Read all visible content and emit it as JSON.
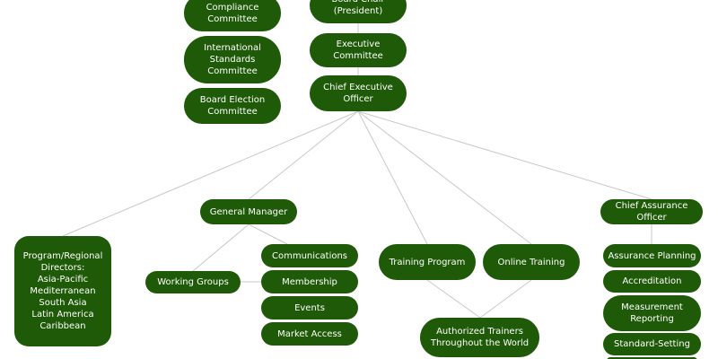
{
  "colors": {
    "node_fill": "#1f5a08",
    "node_text": "#ffffff",
    "connector": "#c8c8c8",
    "background": "#ffffff"
  },
  "nodes": {
    "compliance_committee": "Compliance\nCommittee",
    "international_standards_committee": "International\nStandards Committee",
    "board_election_committee": "Board Election\nCommittee",
    "board_chair": "Board Chair\n(President)",
    "executive_committee": "Executive Committee",
    "chief_executive_officer": "Chief Executive Officer",
    "general_manager": "General Manager",
    "program_regional_directors": "Program/Regional\nDirectors:\nAsia-Pacific\nMediterranean\nSouth Asia\nLatin America\nCaribbean",
    "working_groups": "Working Groups",
    "communications": "Communications",
    "membership": "Membership",
    "events": "Events",
    "market_access": "Market Access",
    "training_program": "Training Program",
    "online_training": "Online Training",
    "authorized_trainers": "Authorized Trainers\nThroughout the World",
    "chief_assurance_officer": "Chief Assurance Officer",
    "assurance_planning": "Assurance Planning",
    "accreditation": "Accreditation",
    "measurement_reporting": "Measurement\nReporting",
    "standard_setting": "Standard-Setting"
  }
}
